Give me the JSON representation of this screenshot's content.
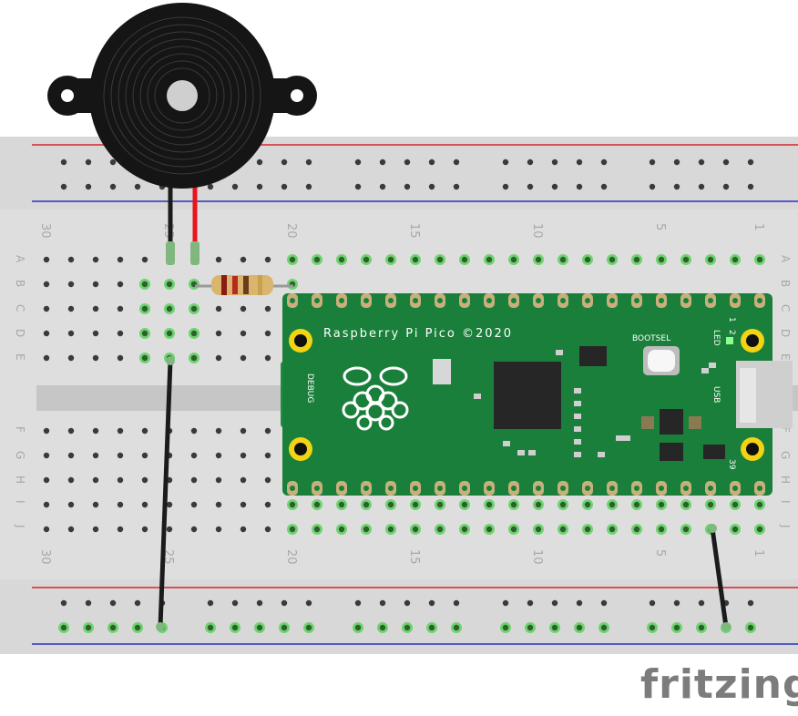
{
  "brand": "fritzing",
  "pico": {
    "title": "Raspberry Pi Pico ©2020",
    "bootsel": "BOOTSEL",
    "led": "LED",
    "usb": "USB",
    "debug": "DEBUG",
    "pin_first": "1",
    "pin_second": "2",
    "pin_last": "39"
  },
  "breadboard": {
    "column_numbers_top": [
      "30",
      "25",
      "20",
      "15",
      "10",
      "5",
      "1"
    ],
    "column_numbers_bottom": [
      "30",
      "25",
      "20",
      "15",
      "10",
      "5",
      "1"
    ],
    "row_letters_top": [
      "A",
      "B",
      "C",
      "D",
      "E"
    ],
    "row_letters_bottom": [
      "F",
      "G",
      "H",
      "I",
      "J"
    ]
  },
  "colors": {
    "breadboard": "#dcdcdc",
    "rail_red": "#d8242a",
    "rail_blue": "#2b2fbf",
    "pico_green": "#1a7f3a",
    "hole_connected": "#6ed36e",
    "wire_black": "#1b1b1b",
    "wire_red": "#e8141b",
    "buzzer": "#151515"
  },
  "components": [
    "piezo buzzer",
    "resistor",
    "Raspberry Pi Pico",
    "ground wire",
    "ground wire"
  ]
}
